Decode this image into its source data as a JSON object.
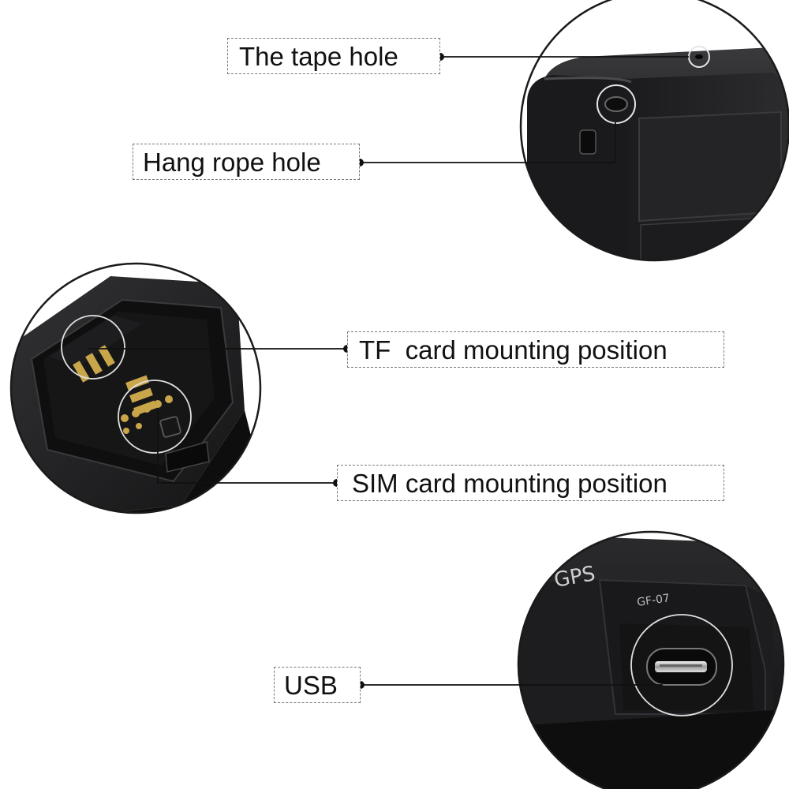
{
  "labels": {
    "tape_hole": "The tape hole",
    "hang_rope_hole": "Hang rope hole",
    "tf_card": "TF  card mounting position",
    "sim_card": "SIM card mounting position",
    "usb": "USB"
  },
  "device_print": {
    "brand": "GPS",
    "model": "GF-07"
  },
  "colors": {
    "device_body": "#1c1c1e",
    "leader_line": "#111111",
    "label_border": "#7a7a7a",
    "pcb_gold": "#c9a64a"
  }
}
